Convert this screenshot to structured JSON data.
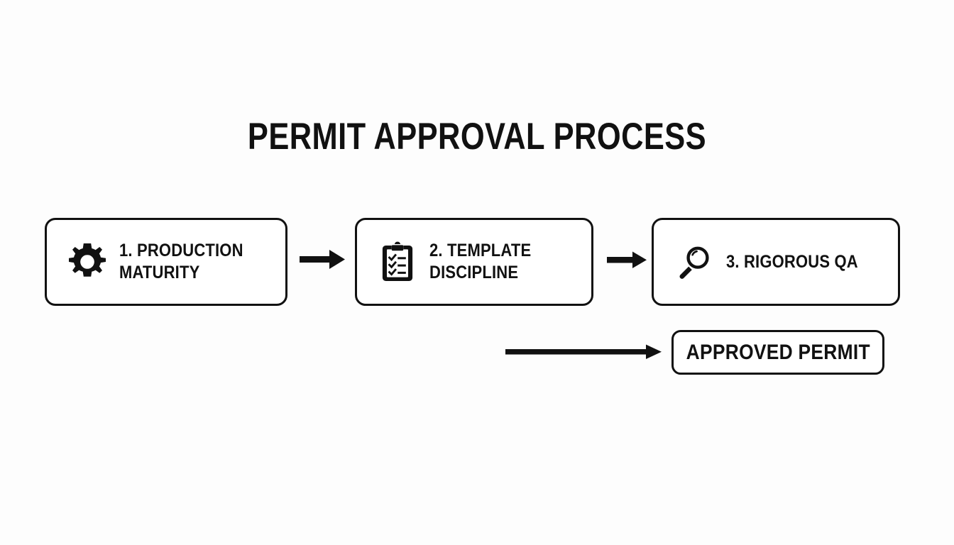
{
  "diagram": {
    "title": "PERMIT APPROVAL PROCESS",
    "background_color": "#fdfdfd",
    "stroke_color": "#111111",
    "fill_color": "#ffffff",
    "steps": [
      {
        "id": "production-maturity",
        "label": "1. PRODUCTION\nMATURITY",
        "icon": "gear-icon"
      },
      {
        "id": "template-discipline",
        "label": "2. TEMPLATE\nDISCIPLINE",
        "icon": "clipboard-checklist-icon"
      },
      {
        "id": "rigorous-qa",
        "label": "3. RIGOROUS QA",
        "icon": "magnifying-glass-icon"
      }
    ],
    "outcome": {
      "id": "approved-permit",
      "label": "APPROVED PERMIT"
    },
    "connectors": [
      {
        "id": "arrow-step1-to-step2",
        "direction": "right"
      },
      {
        "id": "arrow-step2-to-step3",
        "direction": "right"
      },
      {
        "id": "arrow-step3-to-outcome",
        "direction": "right"
      }
    ]
  }
}
